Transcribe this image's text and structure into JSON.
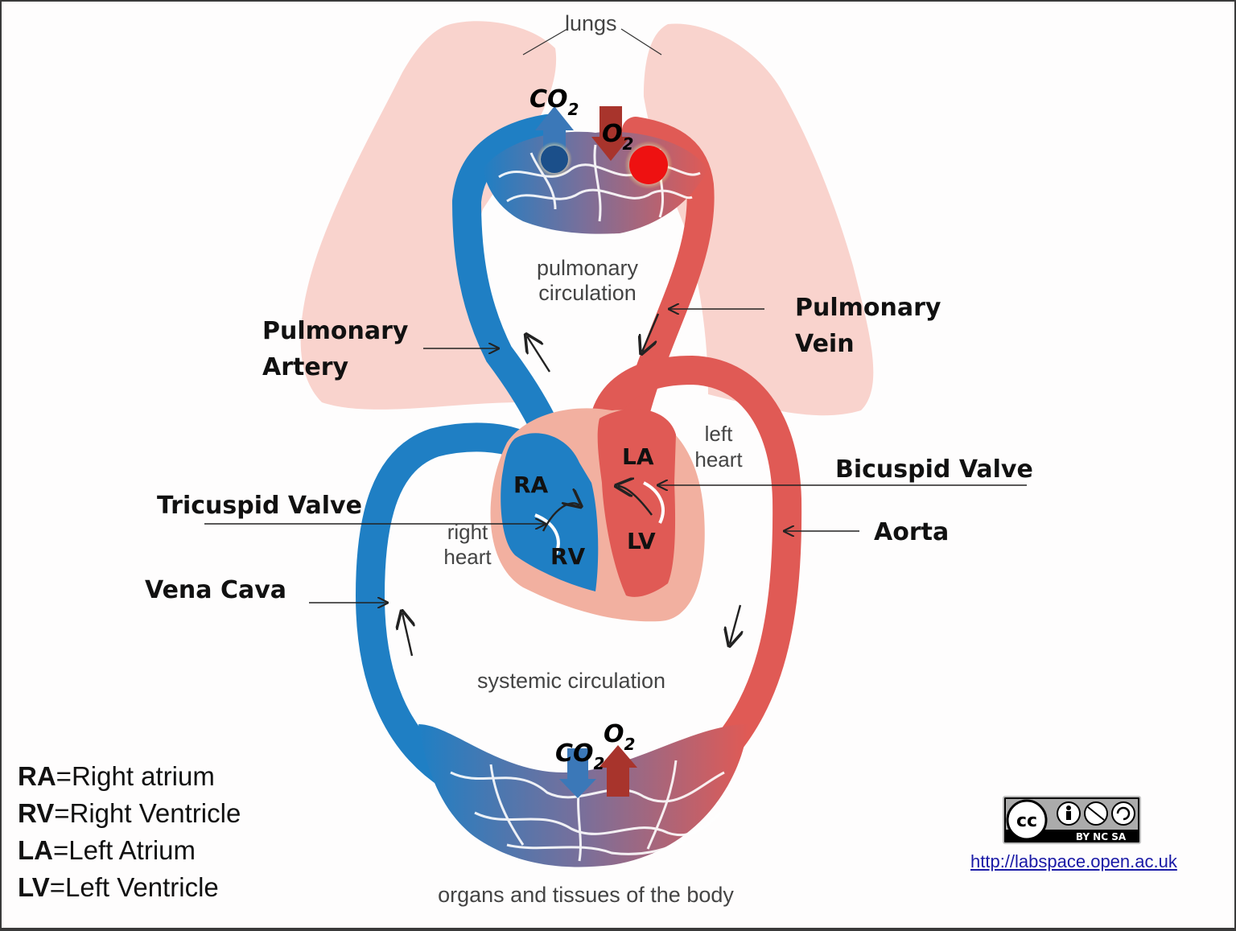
{
  "labels": {
    "lungs": "lungs",
    "pulmonary_circulation_1": "pulmonary",
    "pulmonary_circulation_2": "circulation",
    "systemic_circulation": "systemic circulation",
    "organs": "organs and tissues of the body",
    "left_heart_1": "left",
    "left_heart_2": "heart",
    "right_heart_1": "right",
    "right_heart_2": "heart",
    "pulmonary_artery_1": "Pulmonary",
    "pulmonary_artery_2": "Artery",
    "pulmonary_vein_1": "Pulmonary",
    "pulmonary_vein_2": "Vein",
    "tricuspid_valve": "Tricuspid Valve",
    "bicuspid_valve": "Bicuspid Valve",
    "aorta": "Aorta",
    "vena_cava": "Vena Cava"
  },
  "chambers": {
    "ra": "RA",
    "rv": "RV",
    "la": "LA",
    "lv": "LV"
  },
  "gases": {
    "co2_top": "CO",
    "co2_top_sub": "2",
    "o2_top": "O",
    "o2_top_sub": "2",
    "co2_bottom": "CO",
    "co2_bottom_sub": "2",
    "o2_bottom": "O",
    "o2_bottom_sub": "2"
  },
  "legend": [
    {
      "abbr": "RA",
      "text": "=Right atrium"
    },
    {
      "abbr": "RV",
      "text": "=Right Ventricle"
    },
    {
      "abbr": "LA",
      "text": "=Left Atrium"
    },
    {
      "abbr": "LV",
      "text": "=Left Ventricle"
    }
  ],
  "license": {
    "badge_cc": "cc",
    "badge_terms": "BY   NC   SA",
    "url": "http://labspace.open.ac.uk"
  },
  "colors": {
    "deoxygenated": "#1f7fc4",
    "oxygenated": "#e05a55",
    "lung": "#f9d3cd",
    "heart_bg": "#f2b0a0",
    "co2_arrow": "#3b78b8",
    "o2_arrow": "#a8342c",
    "oxygen_dot": "#ee1111"
  }
}
